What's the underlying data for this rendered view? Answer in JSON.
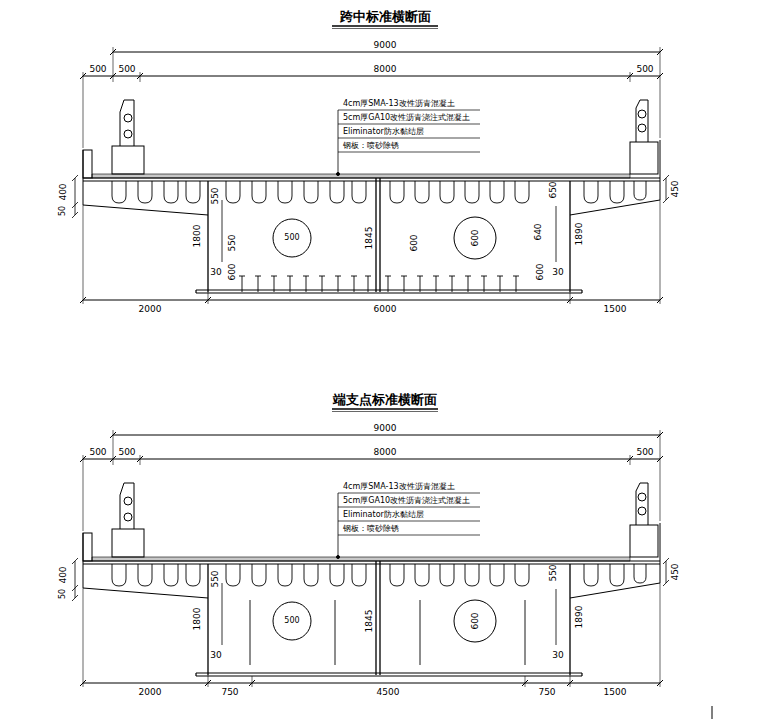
{
  "diagram": {
    "nodes": [
      {
        "text": [
          "500"
        ]
      },
      {
        "text": [
          "600"
        ]
      },
      {
        "text": [
          "500"
        ]
      },
      {
        "text": [
          "600"
        ]
      }
    ],
    "labels": [
      "跨中标准横断面",
      "9000",
      "500",
      "500",
      "8000",
      "500",
      "4cm厚SMA-13改性沥青混凝土",
      "5cm厚GA10改性沥青浇注式混凝土",
      "Eliminator防水黏结层",
      "钢板：喷砂除锈",
      "400",
      "50",
      "550",
      "1800",
      "550",
      "30",
      "600",
      "1845",
      "600",
      "640",
      "600",
      "30",
      "650",
      "1890",
      "450",
      "2000",
      "6000",
      "1500",
      "端支点标准横断面",
      "9000",
      "500",
      "500",
      "8000",
      "500",
      "4cm厚SMA-13改性沥青混凝土",
      "5cm厚GA10改性沥青浇注式混凝土",
      "Eliminator防水黏结层",
      "钢板：喷砂除锈",
      "400",
      "50",
      "550",
      "1800",
      "30",
      "1845",
      "550",
      "1890",
      "30",
      "450",
      "2000",
      "750",
      "4500",
      "750",
      "1500"
    ]
  }
}
